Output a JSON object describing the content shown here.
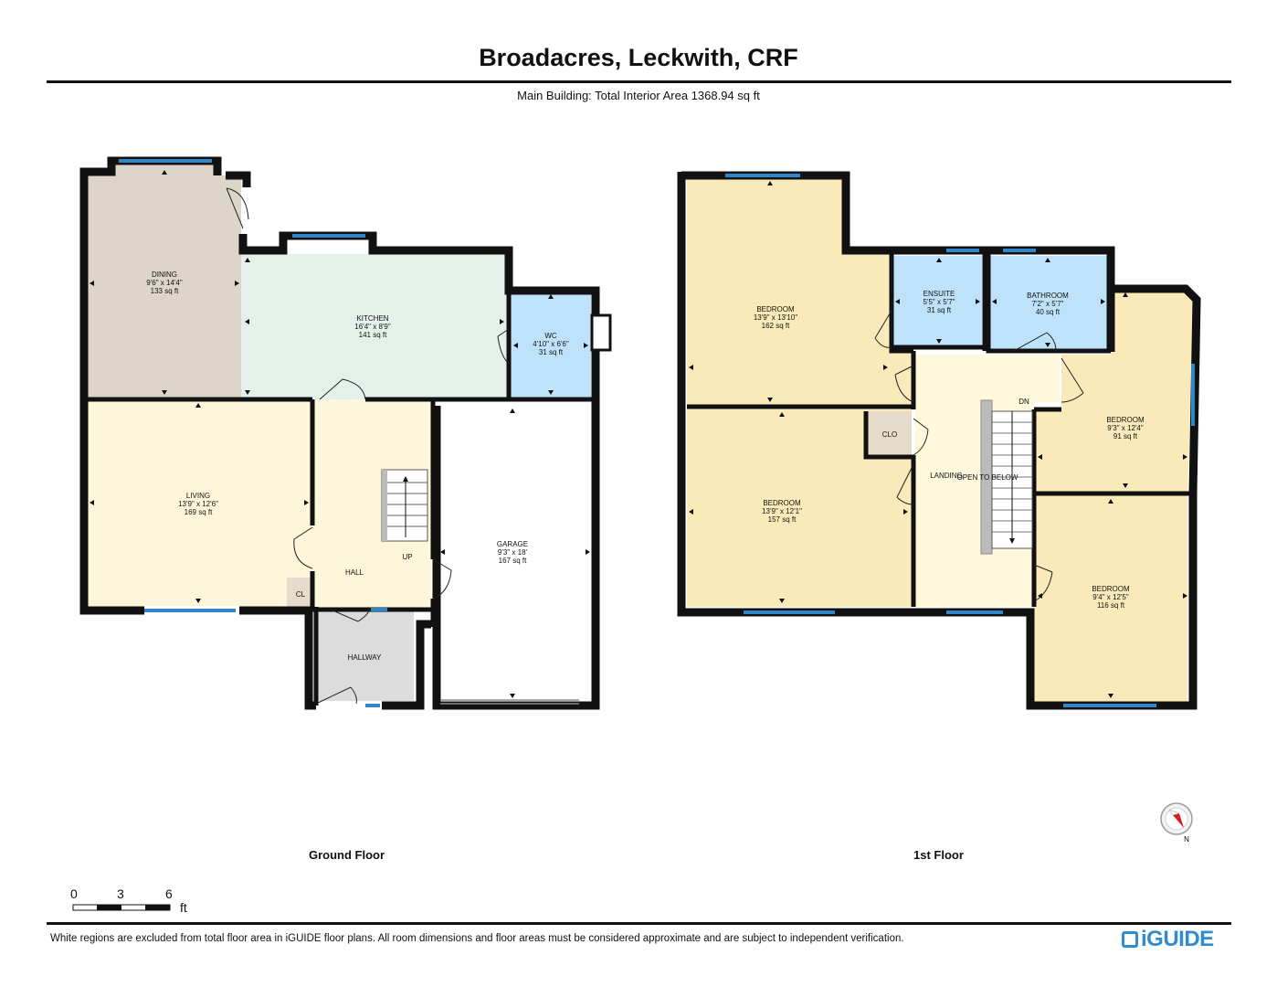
{
  "title": "Broadacres, Leckwith, CRF",
  "subtitle": "Main Building: Total Interior Area 1368.94 sq ft",
  "floors": {
    "ground": {
      "label": "Ground Floor"
    },
    "first": {
      "label": "1st Floor"
    }
  },
  "rooms": {
    "dining": {
      "name": "DINING",
      "dims": "9'6\" x 14'4\"",
      "area": "133 sq ft"
    },
    "kitchen": {
      "name": "KITCHEN",
      "dims": "16'4\" x 8'9\"",
      "area": "141 sq ft"
    },
    "wc": {
      "name": "WC",
      "dims": "4'10\" x 6'6\"",
      "area": "31 sq ft"
    },
    "living": {
      "name": "LIVING",
      "dims": "13'9\" x 12'6\"",
      "area": "169 sq ft"
    },
    "hall": {
      "name": "HALL"
    },
    "hall_up": {
      "name": "UP"
    },
    "cl": {
      "name": "CL"
    },
    "hallway": {
      "name": "HALLWAY"
    },
    "garage": {
      "name": "GARAGE",
      "dims": "9'3\" x 18'",
      "area": "167 sq ft"
    },
    "bedroom1": {
      "name": "BEDROOM",
      "dims": "13'9\" x 13'10\"",
      "area": "162 sq ft"
    },
    "ensuite": {
      "name": "ENSUITE",
      "dims": "5'5\" x 5'7\"",
      "area": "31 sq ft"
    },
    "bathroom": {
      "name": "BATHROOM",
      "dims": "7'2\" x 5'7\"",
      "area": "40 sq ft"
    },
    "bedroom2": {
      "name": "BEDROOM",
      "dims": "13'9\" x 12'1\"",
      "area": "157 sq ft"
    },
    "clo": {
      "name": "CLO"
    },
    "landing": {
      "name": "LANDING"
    },
    "open_below": {
      "name": "OPEN TO BELOW"
    },
    "dn": {
      "name": "DN"
    },
    "bedroom3": {
      "name": "BEDROOM",
      "dims": "9'3\" x 12'4\"",
      "area": "91 sq ft"
    },
    "bedroom4": {
      "name": "BEDROOM",
      "dims": "9'4\" x 12'5\"",
      "area": "116 sq ft"
    }
  },
  "scale_bar": {
    "ticks": [
      "0",
      "3",
      "6"
    ],
    "unit": "ft"
  },
  "compass": {
    "label": "N"
  },
  "footer": "White regions are excluded from total floor area in iGUIDE floor plans. All room dimensions and floor areas must be considered approximate and are subject to independent verification.",
  "logo": "iGUIDE",
  "colors": {
    "dining": "#ddd5c7",
    "kitchen": "#e4f1ea",
    "wet_room": "#bfe2fb",
    "living": "#fdf6da",
    "bedroom": "#fbeab9",
    "landing": "#fef8dd",
    "clo": "#e6dccb",
    "hallway": "#dcdcdc",
    "wall": "#111111",
    "window": "#2f86c8"
  }
}
